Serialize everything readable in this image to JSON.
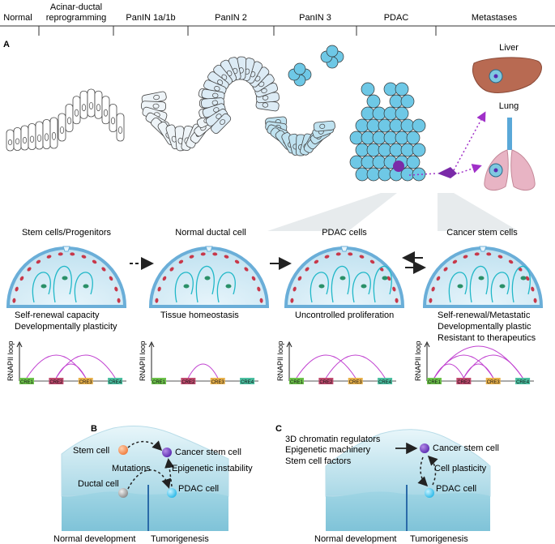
{
  "stages": [
    "Normal",
    "Acinar-ductal",
    "reprogramming",
    "PanIN 1a/1b",
    "PanIN 2",
    "PanIN 3",
    "PDAC",
    "Metastases"
  ],
  "panel_a": {
    "letter": "A",
    "organs": {
      "liver": "Liver",
      "lung": "Lung"
    },
    "cell_states": [
      {
        "title": "Stem cells/Progenitors",
        "lines": [
          "Self-renewal capacity",
          "Developmentally plasticity"
        ]
      },
      {
        "title": "Normal ductal cell",
        "lines": [
          "Tissue homeostasis"
        ]
      },
      {
        "title": "PDAC cells",
        "lines": [
          "Uncontrolled proliferation"
        ]
      },
      {
        "title": "Cancer stem cells",
        "lines": [
          "Self-renewal/Metastatic",
          "Developmentally plastic",
          "Resistant to therapeutics"
        ]
      }
    ],
    "loop_axis_label": "RNAPII loop",
    "cre_labels": [
      "CRE1",
      "CRE2",
      "CRE3",
      "CRE4"
    ],
    "cre_colors": [
      "#6cc24a",
      "#c04a6e",
      "#e8b04a",
      "#4abfa0"
    ],
    "loops": [
      [
        [
          2,
          4
        ],
        [
          1,
          3
        ],
        [
          2,
          3
        ]
      ],
      [
        [
          2,
          3
        ]
      ],
      [
        [
          1,
          3
        ],
        [
          2,
          4
        ]
      ],
      [
        [
          1,
          4
        ],
        [
          1,
          3
        ],
        [
          2,
          4
        ],
        [
          1,
          2
        ],
        [
          2,
          3
        ]
      ]
    ]
  },
  "panel_b": {
    "letter": "B",
    "labels": {
      "stem_cell": "Stem cell",
      "cancer_stem_cell": "Cancer stem cell",
      "mutations": "Mutations",
      "epigenetic_instability": "Epigenetic instability",
      "ductal_cell": "Ductal cell",
      "pdac_cell": "PDAC cell",
      "normal_development": "Normal development",
      "tumorigenesis": "Tumorigenesis"
    }
  },
  "panel_c": {
    "letter": "C",
    "labels": {
      "factors": [
        "3D chromatin regulators",
        "Epigenetic machinery",
        "Stem cell factors"
      ],
      "cancer_stem_cell": "Cancer stem cell",
      "cell_plasticity": "Cell plasticity",
      "pdac_cell": "PDAC cell",
      "normal_development": "Normal development",
      "tumorigenesis": "Tumorigenesis"
    }
  },
  "colors": {
    "normal_cell": "#ffffff",
    "panin_cell": "#dcebf5",
    "pdac_cell": "#6ec8e6",
    "loop": "#c040d0",
    "liver": "#b86a52",
    "lung": "#e8b4c4",
    "cancer_stem": "#7a2aa8",
    "nuclear_rim": "#6aaed8",
    "landscape": "#b8e0ec"
  }
}
